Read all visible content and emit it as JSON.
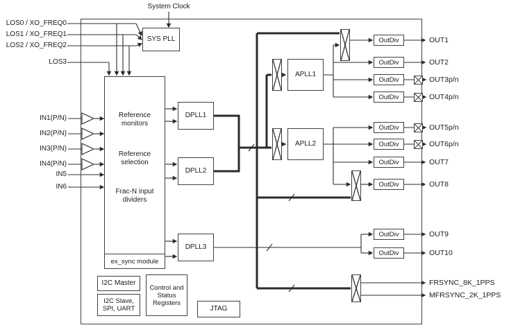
{
  "diagram": {
    "title": "System Clock",
    "inputs": {
      "los0": "LOS0 / XO_FREQ0",
      "los1": "LOS1 / XO_FREQ1",
      "los2": "LOS2 / XO_FREQ2",
      "los3": "LOS3",
      "in1": "IN1(P/N)",
      "in2": "IN2(P/N)",
      "in3": "IN3(P/N)",
      "in4": "IN4(P/N)",
      "in5": "IN5",
      "in6": "IN6"
    },
    "blocks": {
      "sys_pll": "SYS PLL",
      "ref_lines": [
        "Reference",
        "monitors",
        "Reference",
        "selection",
        "Frac-N input",
        "dividers"
      ],
      "ex_sync": "ex_sync module",
      "dpll1": "DPLL1",
      "dpll2": "DPLL2",
      "dpll3": "DPLL3",
      "apll1": "APLL1",
      "apll2": "APLL2",
      "outdiv": "OutDiv",
      "i2c_master": "I2C Master",
      "i2c_slave": [
        "I2C Slave,",
        "SPI, UART"
      ],
      "control_registers": [
        "Control and",
        "Status",
        "Registers"
      ],
      "jtag": "JTAG"
    },
    "outputs": [
      "OUT1",
      "OUT2",
      "OUT3p/n",
      "OUT4p/n",
      "OUT5p/n",
      "OUT6p/n",
      "OUT7",
      "OUT8",
      "OUT9",
      "OUT10",
      "FRSYNC_8K_1PPS",
      "MFRSYNC_2K_1PPS"
    ],
    "colors": {
      "wire": "#2b2b2b",
      "border": "#3f3f3f",
      "background": "#ffffff"
    }
  }
}
